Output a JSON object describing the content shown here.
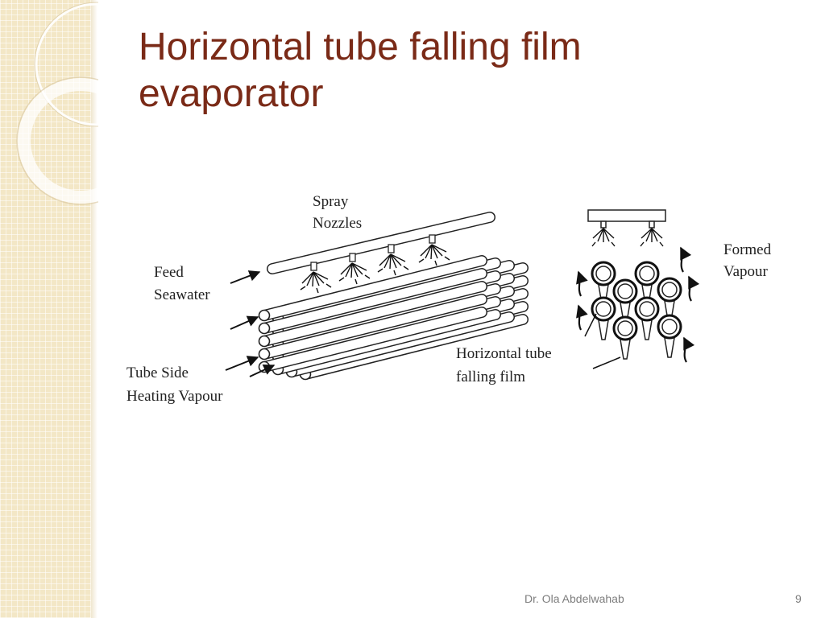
{
  "slide": {
    "title_lines": [
      "Horizontal tube falling film",
      "evaporator"
    ],
    "author": "Dr. Ola Abdelwahab",
    "page_number": "9"
  },
  "diagram": {
    "labels": {
      "spray_nozzles": [
        "Spray",
        "Nozzles"
      ],
      "feed_seawater": [
        "Feed",
        "Seawater"
      ],
      "tube_side_heating_vapour": [
        "Tube Side",
        "Heating Vapour"
      ],
      "horizontal_tube_falling_film": [
        "Horizontal tube",
        "falling film"
      ],
      "formed_vapour": [
        "Formed",
        "Vapour"
      ]
    }
  },
  "colors": {
    "title": "#7a2a17",
    "side_band": "#f3e7c6",
    "footer_text": "#7d7d7d"
  }
}
